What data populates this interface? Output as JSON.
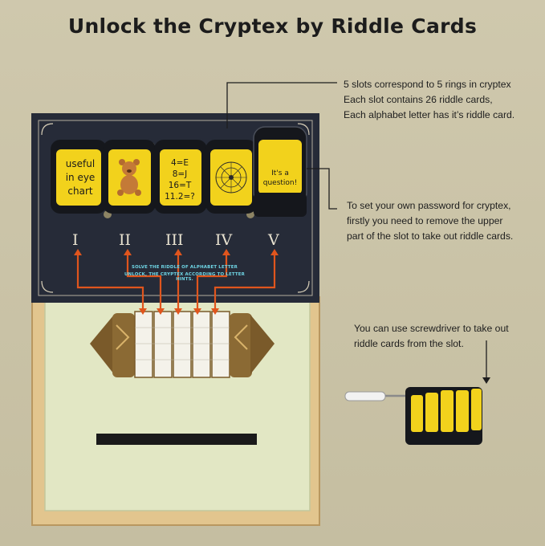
{
  "title": "Unlock the Cryptex by Riddle Cards",
  "notes": {
    "slots": [
      "5 slots correspond to 5 rings in cryptex",
      "Each slot contains 26 riddle cards,",
      "Each alphabet letter has it’s riddle card."
    ],
    "password": [
      "To set your own password for cryptex,",
      "firstly you need to remove the upper",
      "part of the slot to take out riddle cards."
    ],
    "screwdriver": [
      "You can use screwdriver to take out",
      "riddle cards from the slot."
    ]
  },
  "cards": {
    "card1": [
      "useful",
      "in eye",
      "chart"
    ],
    "card3": [
      "4=E",
      "8=J",
      "16=T",
      "11.2=?"
    ],
    "card5": [
      "It's a",
      "question!"
    ]
  },
  "numerals": [
    "I",
    "II",
    "III",
    "IV",
    "V"
  ],
  "board_text": [
    "SOLVE THE RIDDLE OF ALPHABET LETTER",
    "UNLOCK, THE CRYPTEX ACCORDING TO LETTER HINTS."
  ],
  "colors": {
    "background": "#c9c2a6",
    "board": "#262b38",
    "card_yellow": "#f2d21c",
    "arrow_orange": "#e0551d",
    "drawer_green": "#e2e7c4",
    "wood": "#e2c58e"
  }
}
